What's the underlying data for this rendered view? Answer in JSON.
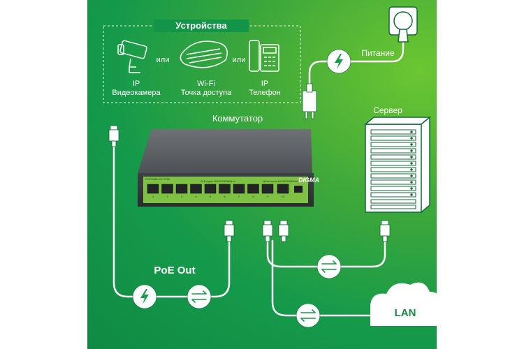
{
  "devices": {
    "title": "Устройства",
    "or_label": "или",
    "camera": {
      "line1": "IP",
      "line2": "Видеокамера",
      "icon": "ip-camera-icon"
    },
    "wifi": {
      "line1": "Wi-Fi",
      "line2": "Точка доступа",
      "icon": "wifi-access-point-icon"
    },
    "phone": {
      "line1": "IP",
      "line2": "Телефон",
      "icon": "ip-phone-icon"
    }
  },
  "switch": {
    "title": "Коммутатор",
    "brand": "DIGMA",
    "model": "DSP208G-2G-T120",
    "poe_caption": "PoE порты 10/100/1000Мбит/с",
    "uplink_caption": "Uplink порты 10/100/1000Мбит/с",
    "port_labels": [
      "1",
      "2",
      "3",
      "4",
      "5",
      "6",
      "7",
      "8",
      "9",
      "10"
    ]
  },
  "power": {
    "label": "Питание",
    "icons": [
      "power-outlet-icon",
      "power-plug-icon",
      "lightning-icon"
    ]
  },
  "server": {
    "label": "Сервер",
    "icon": "server-rack-icon"
  },
  "poe_out": {
    "label": "PoE Out",
    "icons": [
      "lightning-icon",
      "data-exchange-icon"
    ]
  },
  "lan": {
    "label": "LAN",
    "icon": "cloud-icon"
  },
  "colors": {
    "bg_dark": "#0f8a44",
    "bg_light": "#6cc631",
    "line": "#ffffff",
    "switch_body": "#4a4e52",
    "switch_panel": "#7fc143"
  }
}
